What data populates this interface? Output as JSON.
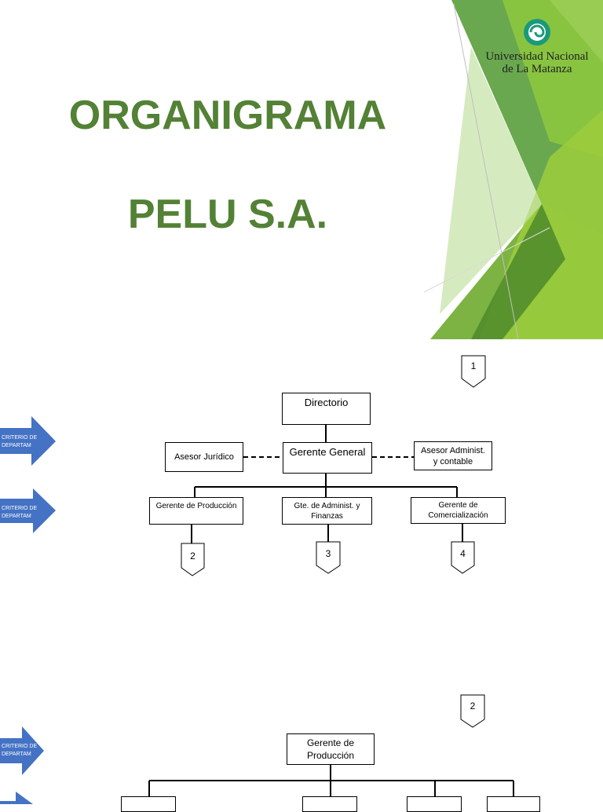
{
  "header": {
    "title": "ORGANIGRAMA",
    "subtitle": "PELU S.A.",
    "university_line1": "Universidad Nacional",
    "university_line2": "de La Matanza",
    "logo_icon": "university-logo-icon",
    "colors": {
      "title": "#538135",
      "green_dark": "#4f8a2a",
      "green_light": "#8dc63f"
    }
  },
  "chart1": {
    "page_tag": "1",
    "directorio": "Directorio",
    "gerente_general": "Gerente General",
    "asesor_juridico": "Asesor Jurídico",
    "asesor_admin_line1": "Asesor Administ.",
    "asesor_admin_line2": "y contable",
    "gerente_produccion": "Gerente de Producción",
    "gte_admin_line1": "Gte. de Administ. y",
    "gte_admin_line2": "Finanzas",
    "gerente_comercial_line1": "Gerente de",
    "gerente_comercial_line2": "Comercialización",
    "ref_2": "2",
    "ref_3": "3",
    "ref_4": "4",
    "arrow1_line1": "CRITERIO DE",
    "arrow1_line2": "DEPARTAM",
    "arrow2_line1": "CRITERIO DE",
    "arrow2_line2": "DEPARTAM"
  },
  "chart2": {
    "page_tag": "2",
    "gerente_produccion_line1": "Gerente de",
    "gerente_produccion_line2": "Producción",
    "arrow1_line1": "CRITERIO  DE",
    "arrow1_line2": "DEPARTAM"
  }
}
